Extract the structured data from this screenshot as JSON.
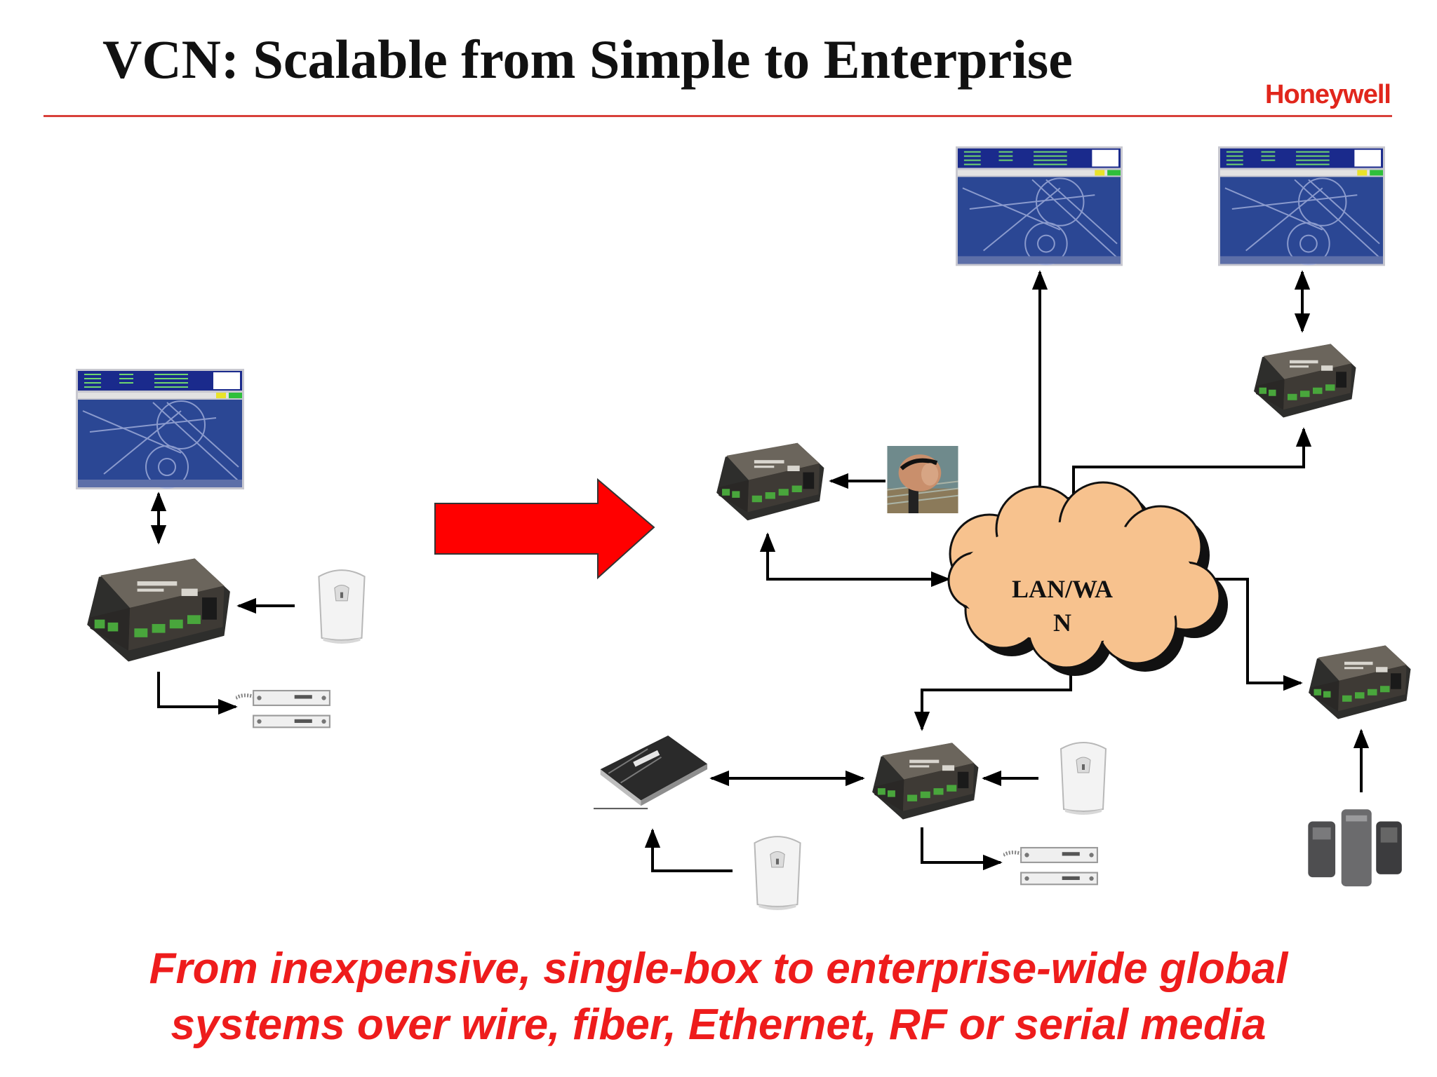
{
  "slide": {
    "title": "VCN: Scalable from Simple to Enterprise",
    "brand": "Honeywell",
    "tagline_line1": "From inexpensive, single-box to enterprise-wide global",
    "tagline_line2": "systems over wire, fiber, Ethernet, RF or serial media"
  },
  "diagram": {
    "network_label_line1": "LAN/WA",
    "network_label_line2": "N",
    "device_icons": [
      "workstation-monitor",
      "security-appliance",
      "motion-sensor",
      "door-contact",
      "camera",
      "access-panel",
      "card-reader"
    ]
  },
  "colors": {
    "brand_red": "#e1261c",
    "tagline_red": "#ee1c1c",
    "arrow_red": "#ff0000",
    "cloud_fill": "#f7c28e"
  }
}
